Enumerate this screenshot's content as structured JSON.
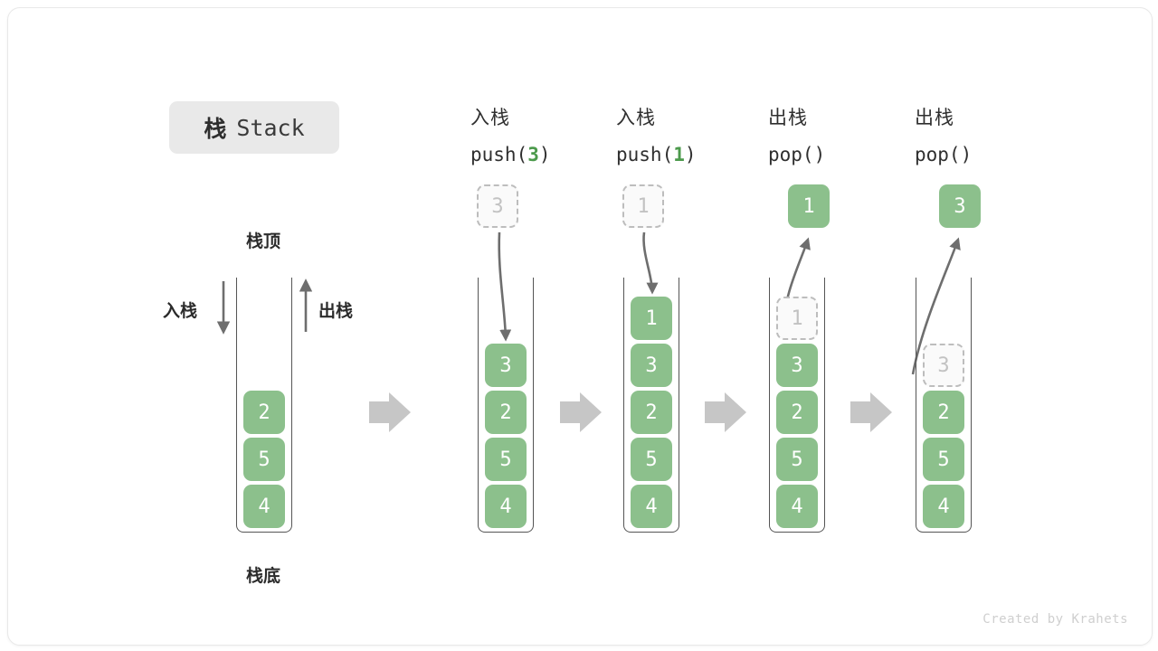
{
  "title": {
    "cn": "栈",
    "en": "Stack"
  },
  "first_stack": {
    "top_label": "栈顶",
    "bottom_label": "栈底",
    "push_label": "入栈",
    "pop_label": "出栈",
    "cells": [
      "2",
      "5",
      "4"
    ]
  },
  "columns": [
    {
      "id": "push3",
      "head_line1": "入栈",
      "head_op": "push(",
      "head_arg": "3",
      "head_close": ")",
      "floating": {
        "value": "3",
        "state": "ghost"
      },
      "arrow": "down-into-stack",
      "cells": [
        {
          "value": "3",
          "state": "green"
        },
        {
          "value": "2",
          "state": "green"
        },
        {
          "value": "5",
          "state": "green"
        },
        {
          "value": "4",
          "state": "green"
        }
      ]
    },
    {
      "id": "push1",
      "head_line1": "入栈",
      "head_op": "push(",
      "head_arg": "1",
      "head_close": ")",
      "floating": {
        "value": "1",
        "state": "ghost"
      },
      "arrow": "down-into-stack",
      "cells": [
        {
          "value": "1",
          "state": "green"
        },
        {
          "value": "3",
          "state": "green"
        },
        {
          "value": "2",
          "state": "green"
        },
        {
          "value": "5",
          "state": "green"
        },
        {
          "value": "4",
          "state": "green"
        }
      ]
    },
    {
      "id": "pop1",
      "head_line1": "出栈",
      "head_op": "pop(",
      "head_arg": "",
      "head_close": ")",
      "floating": {
        "value": "1",
        "state": "green"
      },
      "arrow": "up-out-of-stack",
      "cells": [
        {
          "value": "1",
          "state": "ghost"
        },
        {
          "value": "3",
          "state": "green"
        },
        {
          "value": "2",
          "state": "green"
        },
        {
          "value": "5",
          "state": "green"
        },
        {
          "value": "4",
          "state": "green"
        }
      ]
    },
    {
      "id": "pop2",
      "head_line1": "出栈",
      "head_op": "pop(",
      "head_arg": "",
      "head_close": ")",
      "floating": {
        "value": "3",
        "state": "green"
      },
      "arrow": "up-out-of-stack",
      "cells": [
        {
          "value": "",
          "state": "empty"
        },
        {
          "value": "3",
          "state": "ghost"
        },
        {
          "value": "2",
          "state": "green"
        },
        {
          "value": "5",
          "state": "green"
        },
        {
          "value": "4",
          "state": "green"
        }
      ]
    }
  ],
  "footer": "Created by Krahets",
  "colors": {
    "green": "#8cc08c",
    "green_text": "#4c9a4c",
    "ghost_border": "#bdbdbd",
    "ghost_text": "#c2c2c2",
    "arrow_gray": "#aaaaaa",
    "stroke": "#6e6e6e",
    "badge_bg": "#e9e9e9"
  }
}
